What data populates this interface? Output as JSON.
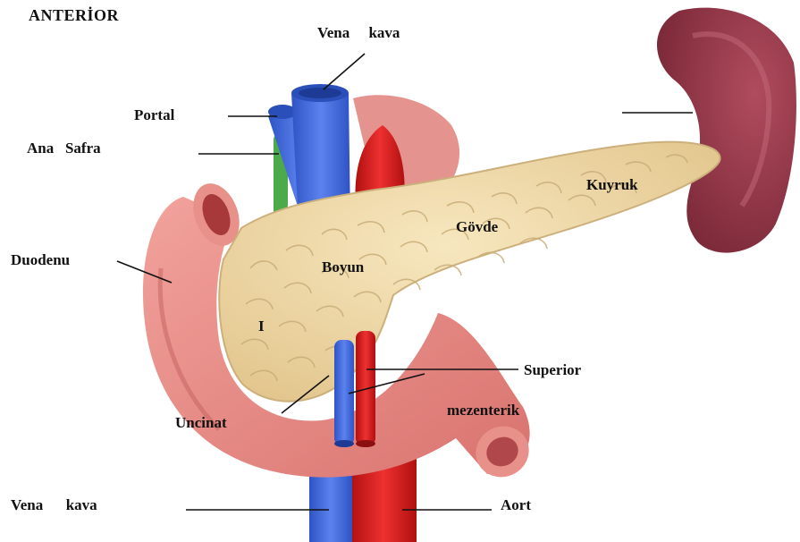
{
  "header": "ANTERİOR",
  "labels": {
    "vena_kava_top": "Vena     kava",
    "portal": "Portal",
    "ana_safra": "Ana   Safra",
    "duodenu": "Duodenu",
    "boyun": "Boyun",
    "govde": "Gövde",
    "kuyruk": "Kuyruk",
    "head_mark": "I",
    "superior": "Superior",
    "mezenterik": "mezenterik",
    "uncinat": "Uncinat",
    "vena_kava_bottom": "Vena      kava",
    "aort": "Aort"
  },
  "colors": {
    "pancreas": "#efd9a6",
    "pancreas_lobule": "#c9ad78",
    "duodenum": "#e88a86",
    "duodenum_dark": "#c9605e",
    "spleen": "#9b3b4c",
    "spleen_dark": "#6e2433",
    "vein": "#3d66d8",
    "artery": "#d81d1d",
    "bile_duct": "#4caa4a",
    "leader_line": "#111111"
  }
}
